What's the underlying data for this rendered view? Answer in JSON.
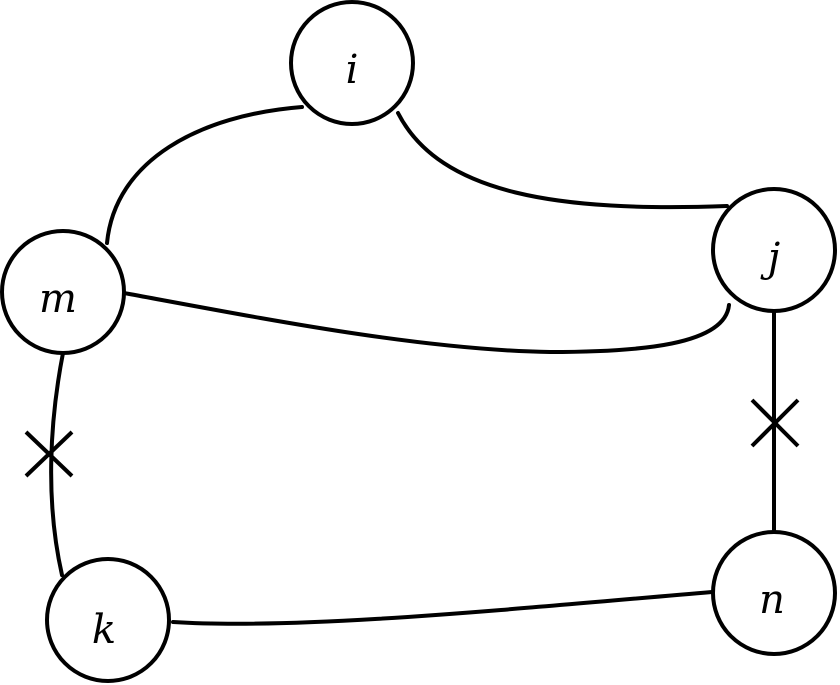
{
  "nodes": {
    "i": "i",
    "j": "j",
    "m": "m",
    "k": "k",
    "n": "n"
  },
  "edges": [
    {
      "from": "i",
      "to": "m",
      "crossed": false
    },
    {
      "from": "i",
      "to": "j",
      "crossed": false
    },
    {
      "from": "m",
      "to": "j",
      "crossed": false
    },
    {
      "from": "m",
      "to": "k",
      "crossed": true
    },
    {
      "from": "j",
      "to": "n",
      "crossed": true
    },
    {
      "from": "k",
      "to": "n",
      "crossed": false
    }
  ],
  "colors": {
    "stroke": "#000000",
    "background": "#ffffff"
  }
}
